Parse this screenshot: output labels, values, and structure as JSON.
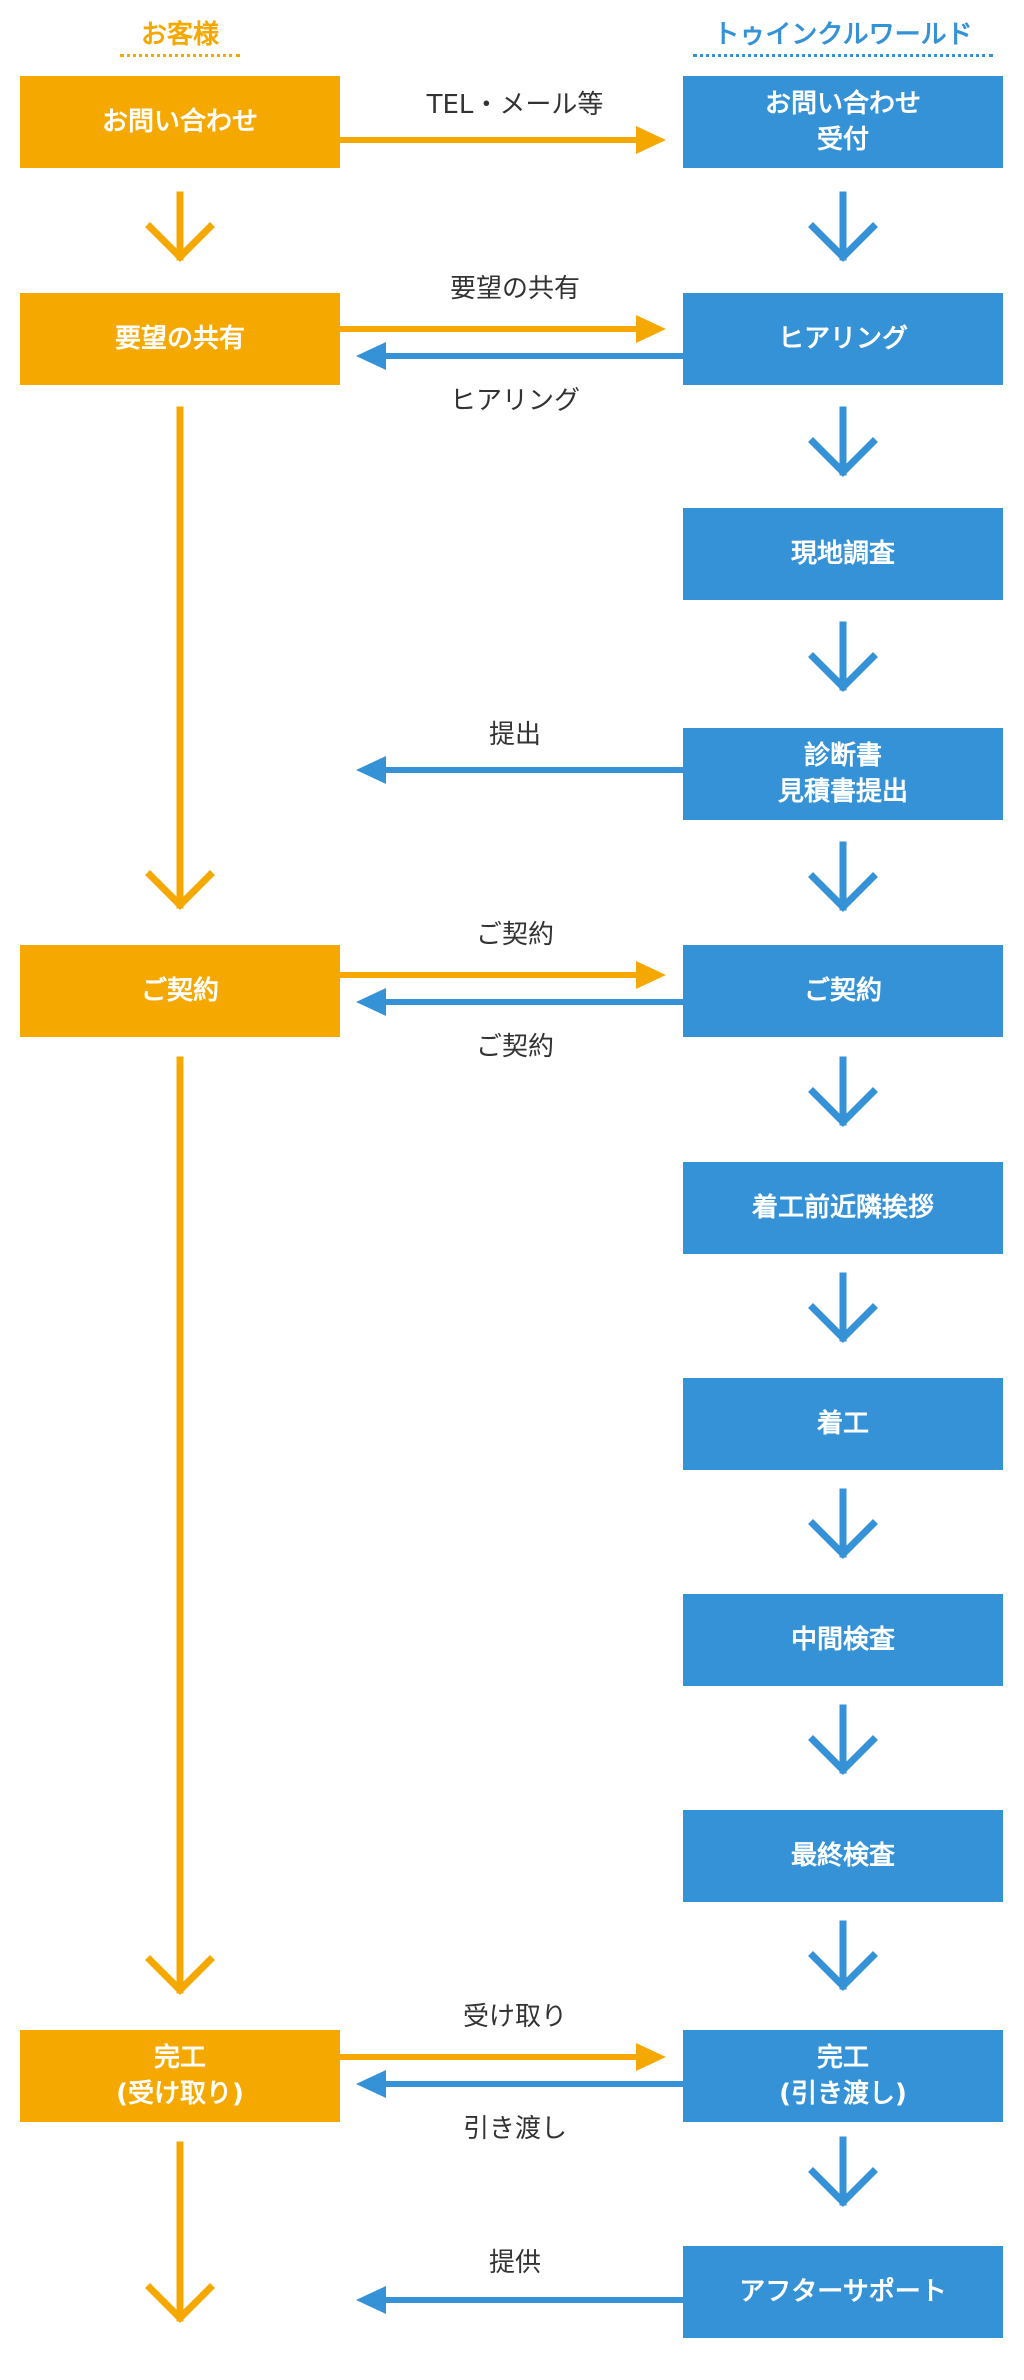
{
  "colors": {
    "customer": "#f5a800",
    "company": "#3592d6",
    "label_text": "#333333"
  },
  "headers": {
    "customer": "お客様",
    "company": "トゥインクルワールド"
  },
  "customer_steps": {
    "inquiry": "お問い合わせ",
    "share_request": "要望の共有",
    "contract": "ご契約",
    "completion": "完工\n(受け取り)"
  },
  "company_steps": {
    "inquiry_reception": "お問い合わせ\n受付",
    "hearing": "ヒアリング",
    "site_survey": "現地調査",
    "diagnosis_estimate": "診断書\n見積書提出",
    "contract": "ご契約",
    "neighbor_greeting": "着工前近隣挨拶",
    "construction_start": "着工",
    "interim_inspection": "中間検査",
    "final_inspection": "最終検査",
    "completion": "完工\n(引き渡し)",
    "after_support": "アフターサポート"
  },
  "arrow_labels": {
    "tel_mail": "TEL・メール等",
    "share_request": "要望の共有",
    "hearing": "ヒアリング",
    "submit": "提出",
    "contract_to_company": "ご契約",
    "contract_to_customer": "ご契約",
    "receive": "受け取り",
    "handover": "引き渡し",
    "provide": "提供"
  }
}
